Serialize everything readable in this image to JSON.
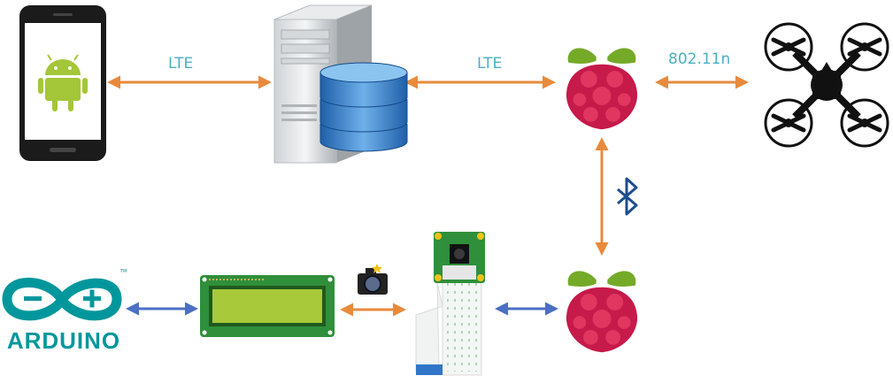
{
  "labels": {
    "phone_server_link": "LTE",
    "server_pi_link": "LTE",
    "pi_drone_link": "802.11n"
  },
  "arduino": {
    "wordmark": "ARDUINO",
    "trademark": "TM"
  },
  "icons": {
    "phone": "android-phone-icon",
    "server": "server-database-icon",
    "drone": "quadcopter-drone-icon",
    "raspberry_top": "raspberry-pi-icon",
    "raspberry_bottom": "raspberry-pi-icon",
    "bluetooth": "bluetooth-icon",
    "arduino": "arduino-logo-icon",
    "lcd": "lcd-display-icon",
    "camera_small": "camera-icon",
    "camera_module": "pi-camera-module-icon"
  },
  "colors": {
    "orange_link": "#e88a3c",
    "blue_link": "#4a6fc4",
    "label_text": "#4bb0c0",
    "raspberry_red": "#c51a4a",
    "raspberry_green": "#75a928",
    "arduino_teal": "#00979c",
    "bluetooth_blue": "#1d4e8f",
    "android_green": "#a4c639"
  }
}
